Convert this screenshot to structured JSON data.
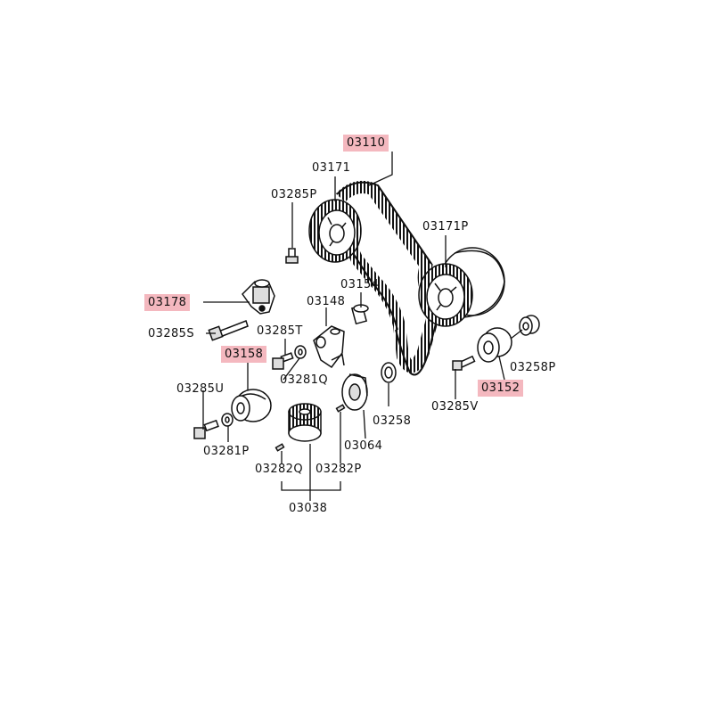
{
  "colors": {
    "background": "#ffffff",
    "highlight": "#f4b8bf",
    "line": "#111111"
  },
  "parts": [
    {
      "id": "p03110",
      "code": "03110",
      "highlighted": true
    },
    {
      "id": "p03171",
      "code": "03171",
      "highlighted": false
    },
    {
      "id": "p03285P",
      "code": "03285P",
      "highlighted": false
    },
    {
      "id": "p03171P",
      "code": "03171P",
      "highlighted": false
    },
    {
      "id": "p03178",
      "code": "03178",
      "highlighted": true
    },
    {
      "id": "p03154",
      "code": "03154",
      "highlighted": false
    },
    {
      "id": "p03148",
      "code": "03148",
      "highlighted": false
    },
    {
      "id": "p03285S",
      "code": "03285S",
      "highlighted": false
    },
    {
      "id": "p03285T",
      "code": "03285T",
      "highlighted": false
    },
    {
      "id": "p03158",
      "code": "03158",
      "highlighted": true
    },
    {
      "id": "p03281Q",
      "code": "03281Q",
      "highlighted": false
    },
    {
      "id": "p03285U",
      "code": "03285U",
      "highlighted": false
    },
    {
      "id": "p03258P",
      "code": "03258P",
      "highlighted": false
    },
    {
      "id": "p03152",
      "code": "03152",
      "highlighted": true
    },
    {
      "id": "p03285V",
      "code": "03285V",
      "highlighted": false
    },
    {
      "id": "p03258",
      "code": "03258",
      "highlighted": false
    },
    {
      "id": "p03064",
      "code": "03064",
      "highlighted": false
    },
    {
      "id": "p03281P",
      "code": "03281P",
      "highlighted": false
    },
    {
      "id": "p03282Q",
      "code": "03282Q",
      "highlighted": false
    },
    {
      "id": "p03282P",
      "code": "03282P",
      "highlighted": false
    },
    {
      "id": "p03038",
      "code": "03038",
      "highlighted": false
    }
  ]
}
